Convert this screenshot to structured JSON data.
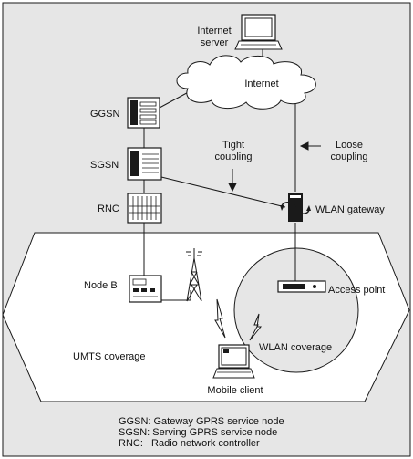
{
  "labels": {
    "internet_server": [
      "Internet",
      "server"
    ],
    "internet": "Internet",
    "ggsn": "GGSN",
    "sgsn": "SGSN",
    "rnc": "RNC",
    "node_b": "Node B",
    "tight_coupling": [
      "Tight",
      "coupling"
    ],
    "loose_coupling": [
      "Loose",
      "coupling"
    ],
    "wlan_gateway": "WLAN gateway",
    "access_point": "Access point",
    "wlan_coverage": "WLAN coverage",
    "umts_coverage": "UMTS coverage",
    "mobile_client": "Mobile client"
  },
  "legend": [
    "GGSN: Gateway GPRS service node",
    "SGSN: Serving GPRS service node",
    "RNC:   Radio network controller"
  ],
  "colors": {
    "panel": "#e6e6e6",
    "white": "#ffffff",
    "stroke": "#1a1a1a"
  },
  "icons": [
    "laptop-icon",
    "cloud-icon",
    "server-icon",
    "antenna-tower-icon",
    "lightning-icon",
    "gateway-icon",
    "access-point-icon"
  ]
}
